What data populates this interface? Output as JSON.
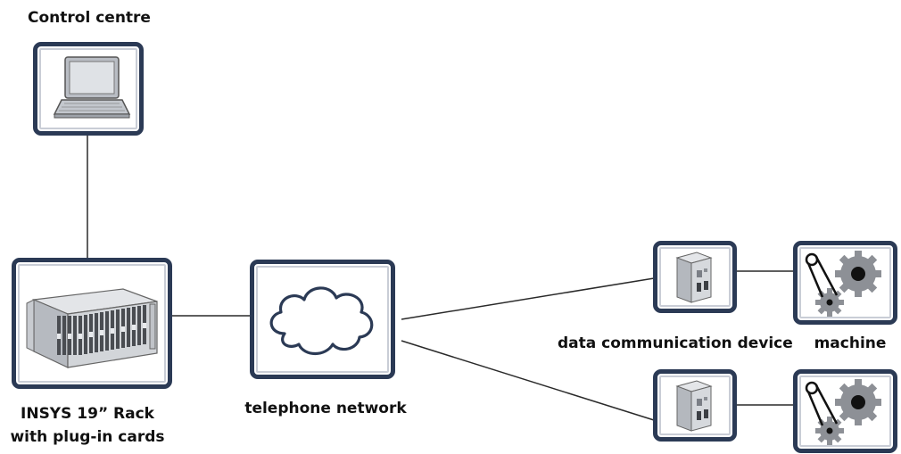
{
  "labels": {
    "control_centre": "Control centre",
    "rack_line1": "INSYS 19” Rack",
    "rack_line2": "with plug-in cards",
    "telephone_network": "telephone network",
    "data_device": "data communication device",
    "machine": "machine"
  },
  "icons": {
    "control_centre": "laptop-icon",
    "rack": "rack-icon",
    "network": "cloud-icon",
    "device": "modem-device-icon",
    "machine": "gears-icon"
  },
  "colors": {
    "frame": "#2b3a55",
    "frame_inner": "#c9cdd6",
    "line": "#2a2a2a"
  }
}
